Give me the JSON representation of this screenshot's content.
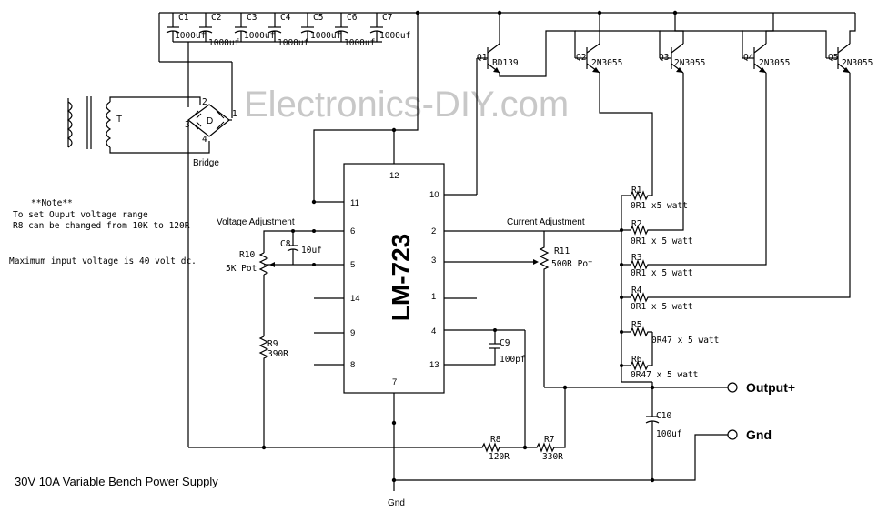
{
  "watermark": "Electronics-DIY.com",
  "title": "30V 10A Variable Bench Power Supply",
  "ic": {
    "name": "LM-723",
    "pins": [
      "12",
      "11",
      "10",
      "6",
      "2",
      "5",
      "3",
      "14",
      "1",
      "9",
      "4",
      "8",
      "13",
      "7"
    ]
  },
  "notes": {
    "heading": "**Note**",
    "line1": "To set Ouput voltage range",
    "line2": "R8 can be changed from 10K to 120R",
    "line3": "Maximum input voltage is 40 volt dc."
  },
  "labels": {
    "voltage_adj": "Voltage Adjustment",
    "current_adj": "Current Adjustment",
    "output_plus": "Output+",
    "gnd": "Gnd",
    "gnd_bottom": "Gnd",
    "bridge": "Bridge",
    "transformer": "T",
    "bridge_d": "D"
  },
  "capacitors": [
    {
      "ref": "C1",
      "value": "1000uf"
    },
    {
      "ref": "C2",
      "value": "1000uf"
    },
    {
      "ref": "C3",
      "value": "1000uf"
    },
    {
      "ref": "C4",
      "value": "1000uf"
    },
    {
      "ref": "C5",
      "value": "1000uf"
    },
    {
      "ref": "C6",
      "value": "1000uf"
    },
    {
      "ref": "C7",
      "value": "1000uf"
    },
    {
      "ref": "C8",
      "value": "10uf"
    },
    {
      "ref": "C9",
      "value": "100pf"
    },
    {
      "ref": "C10",
      "value": "100uf"
    }
  ],
  "transistors": [
    {
      "ref": "Q1",
      "part": "BD139"
    },
    {
      "ref": "Q2",
      "part": "2N3055"
    },
    {
      "ref": "Q3",
      "part": "2N3055"
    },
    {
      "ref": "Q4",
      "part": "2N3055"
    },
    {
      "ref": "Q5",
      "part": "2N3055"
    }
  ],
  "resistors": [
    {
      "ref": "R1",
      "value": "0R1 x5 watt"
    },
    {
      "ref": "R2",
      "value": "0R1 x 5 watt"
    },
    {
      "ref": "R3",
      "value": "0R1 x 5 watt"
    },
    {
      "ref": "R4",
      "value": "0R1 x 5 watt"
    },
    {
      "ref": "R5",
      "value": "0R47 x 5 watt"
    },
    {
      "ref": "R6",
      "value": "0R47 x 5 watt"
    },
    {
      "ref": "R7",
      "value": "330R"
    },
    {
      "ref": "R8",
      "value": "120R"
    },
    {
      "ref": "R9",
      "value": "390R"
    },
    {
      "ref": "R10",
      "value": "5K Pot"
    },
    {
      "ref": "R11",
      "value": "500R Pot"
    }
  ]
}
